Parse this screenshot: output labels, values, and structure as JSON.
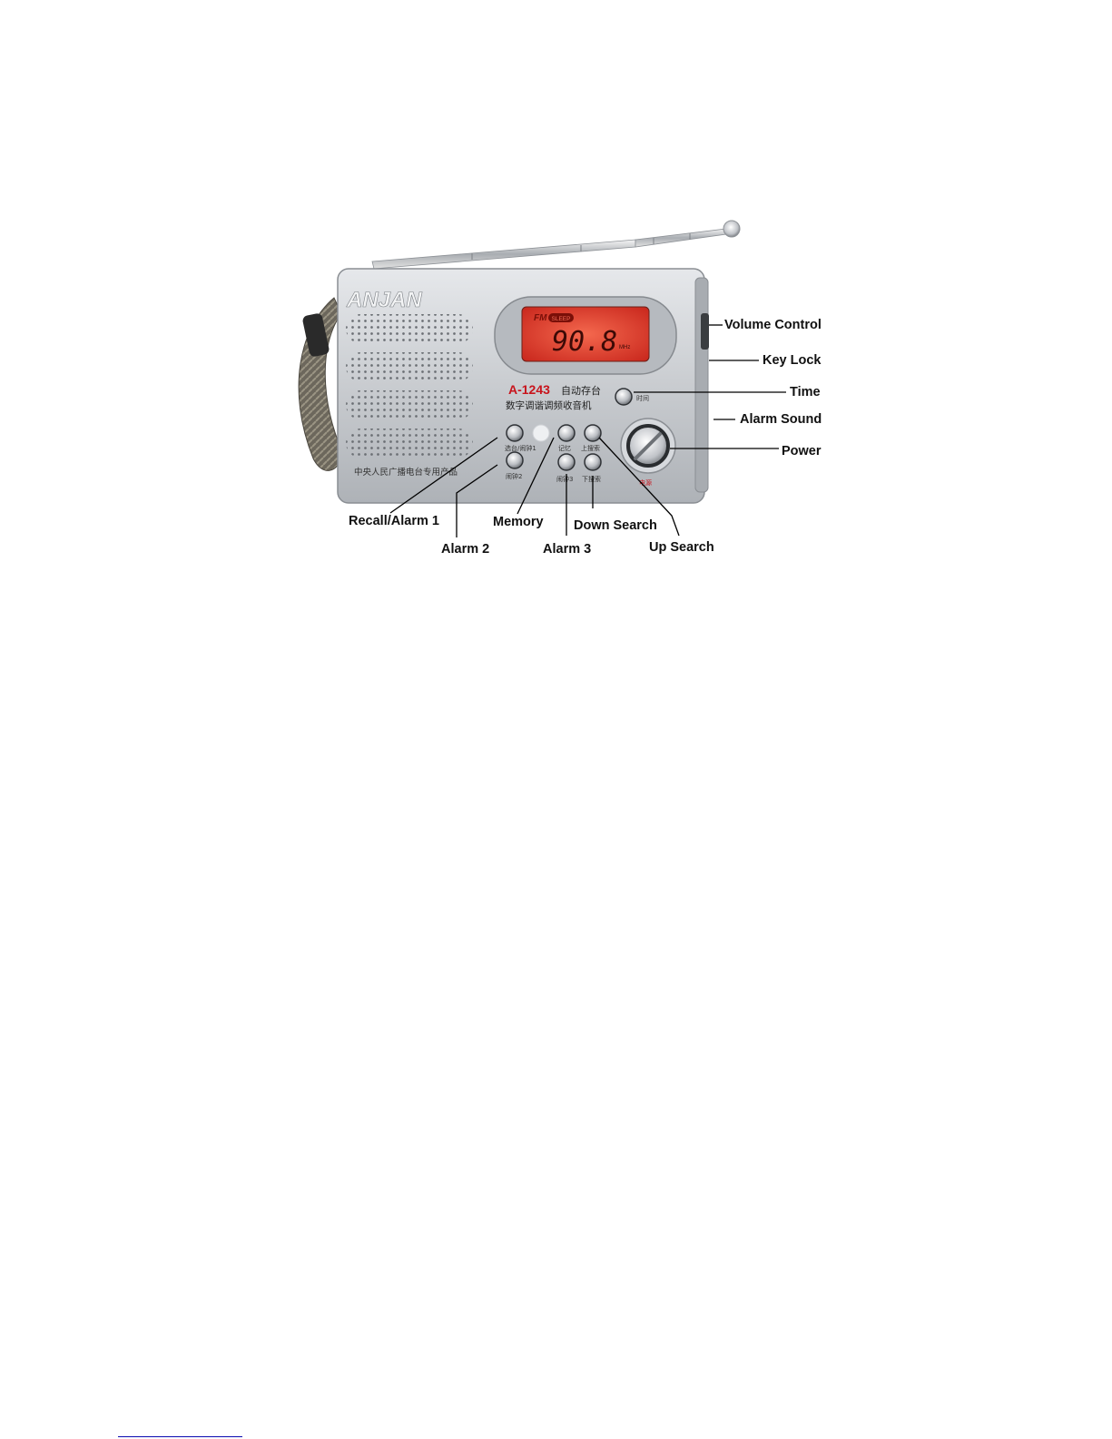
{
  "radio": {
    "brand_logo": "ANJAN",
    "model": "A-1243",
    "model_subtitle": "自动存台",
    "product_line": "数字调谐调频收音机",
    "front_inscription": "中央人民广播电台专用产品",
    "display": {
      "band": "FM",
      "badge": "SLEEP",
      "frequency": "90.8",
      "unit": "MHz"
    },
    "button_labels": {
      "recall_alarm1": "选台/闹钟1",
      "alarm2": "闹钟2",
      "memory": "记忆",
      "up_search": "上搜索",
      "alarm3": "闹钟3",
      "down_search": "下搜索",
      "time": "时间",
      "power": "电源"
    }
  },
  "callouts": {
    "volume_control": "Volume Control",
    "key_lock": "Key Lock",
    "time": "Time",
    "alarm_sound": "Alarm Sound",
    "power": "Power",
    "recall_alarm1": "Recall/Alarm 1",
    "memory": "Memory",
    "down_search": "Down Search",
    "up_search": "Up Search",
    "alarm2": "Alarm 2",
    "alarm3": "Alarm 3"
  },
  "colors": {
    "body": "#c9ccd0",
    "lcd": "#e03a2e",
    "model_text": "#c8141c",
    "leader_line": "#000000"
  }
}
